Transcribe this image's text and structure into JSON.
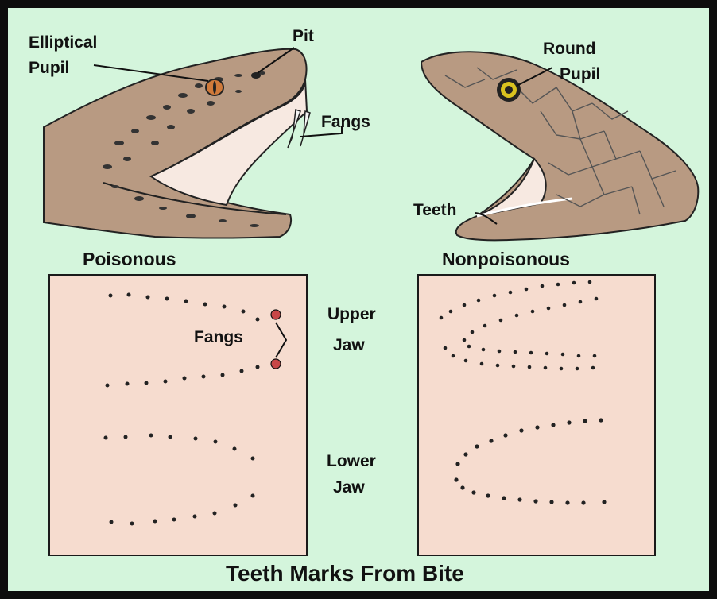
{
  "labels": {
    "elliptical_pupil_line1": "Elliptical",
    "elliptical_pupil_line2": "Pupil",
    "pit": "Pit",
    "fangs_head": "Fangs",
    "round_pupil_line1": "Round",
    "round_pupil_line2": "Pupil",
    "teeth": "Teeth",
    "poisonous": "Poisonous",
    "nonpoisonous": "Nonpoisonous",
    "fangs_marks": "Fangs",
    "upper_line1": "Upper",
    "upper_line2": "Jaw",
    "lower_line1": "Lower",
    "lower_line2": "Jaw",
    "caption": "Teeth Marks From Bite"
  },
  "colors": {
    "background": "#d4f5dc",
    "border": "#0d0d0d",
    "head": "#b89a82",
    "panel": "#f6dccf",
    "dot": "#222222",
    "fang_mark": "#c84747",
    "mouth": "#f7e9e1",
    "eye_ring": "#d9c21f"
  }
}
